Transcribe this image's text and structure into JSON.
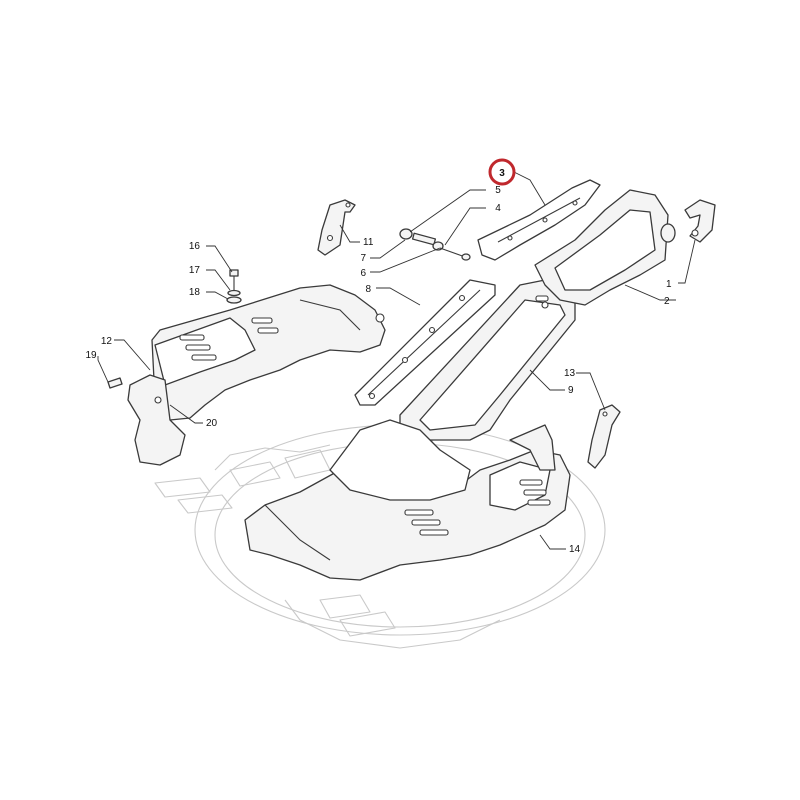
{
  "diagram": {
    "highlight_color": "#c0282d",
    "line_color": "#3a3a3a",
    "ghost_color": "#c9c9c9",
    "highlighted_part": "3",
    "callouts": [
      {
        "id": "c1",
        "label": "1"
      },
      {
        "id": "c2",
        "label": "2"
      },
      {
        "id": "c3",
        "label": "3"
      },
      {
        "id": "c4",
        "label": "4"
      },
      {
        "id": "c5",
        "label": "5"
      },
      {
        "id": "c6",
        "label": "6"
      },
      {
        "id": "c7",
        "label": "7"
      },
      {
        "id": "c8",
        "label": "8"
      },
      {
        "id": "c9",
        "label": "9"
      },
      {
        "id": "c11",
        "label": "11"
      },
      {
        "id": "c12",
        "label": "12"
      },
      {
        "id": "c13",
        "label": "13"
      },
      {
        "id": "c14",
        "label": "14"
      },
      {
        "id": "c16",
        "label": "16"
      },
      {
        "id": "c17",
        "label": "17"
      },
      {
        "id": "c18",
        "label": "18"
      },
      {
        "id": "c19",
        "label": "19"
      },
      {
        "id": "c20",
        "label": "20"
      }
    ]
  }
}
